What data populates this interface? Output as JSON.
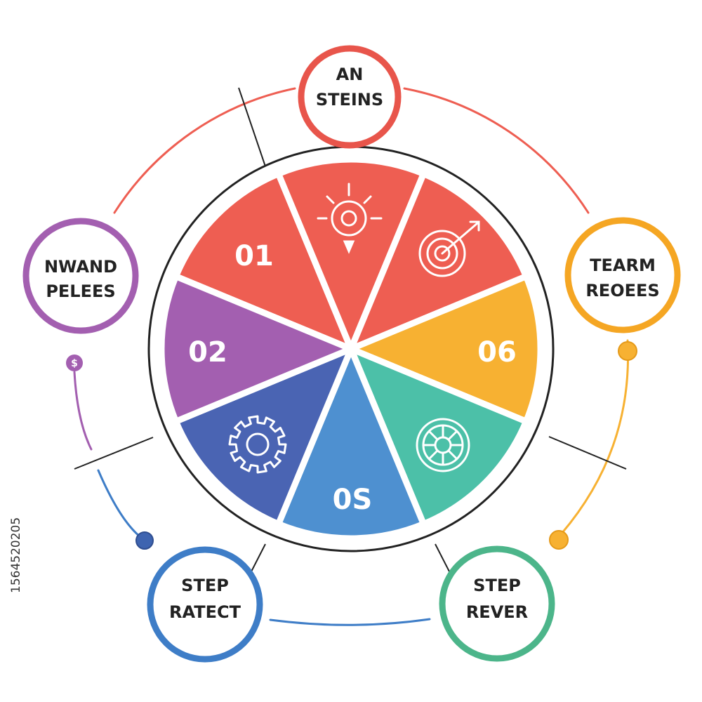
{
  "colors": {
    "red": "#EE5E52",
    "purple": "#A35FB0",
    "navy": "#4A64B3",
    "blue": "#4E90D0",
    "teal": "#4CC0A8",
    "yellow": "#F7B132",
    "outline": "#222222"
  },
  "segments": [
    {
      "id": "seg-01",
      "number": "01",
      "icon": "",
      "color": "#EE5E52"
    },
    {
      "id": "seg-sun",
      "number": "",
      "icon": "sun-icon",
      "color": "#EE5E52"
    },
    {
      "id": "seg-target",
      "number": "",
      "icon": "target-icon",
      "color": "#EE5E52"
    },
    {
      "id": "seg-06",
      "number": "06",
      "icon": "",
      "color": "#F7B132"
    },
    {
      "id": "seg-wheel",
      "number": "",
      "icon": "wheel-icon",
      "color": "#4CC0A8"
    },
    {
      "id": "seg-05",
      "number": "0S",
      "icon": "",
      "color": "#4E90D0"
    },
    {
      "id": "seg-gear",
      "number": "",
      "icon": "gear-icon",
      "color": "#4A64B3"
    },
    {
      "id": "seg-02",
      "number": "02",
      "icon": "",
      "color": "#A35FB0"
    }
  ],
  "bubbles": {
    "top": {
      "line1": "AN",
      "line2": "STEINS",
      "color": "#E8554B"
    },
    "left": {
      "line1": "NWAND",
      "line2": "PELEES",
      "color": "#A35FB0"
    },
    "right": {
      "line1": "TEARM",
      "line2": "REOEES",
      "color": "#F5A623"
    },
    "bottom_left": {
      "line1": "STEP",
      "line2": "RATECT",
      "color": "#3E7DC7"
    },
    "bottom_right": {
      "line1": "STEP",
      "line2": "REVER",
      "color": "#4CB58A"
    }
  },
  "mini_markers": {
    "dollar": "$"
  },
  "stock_id": "1564520205"
}
